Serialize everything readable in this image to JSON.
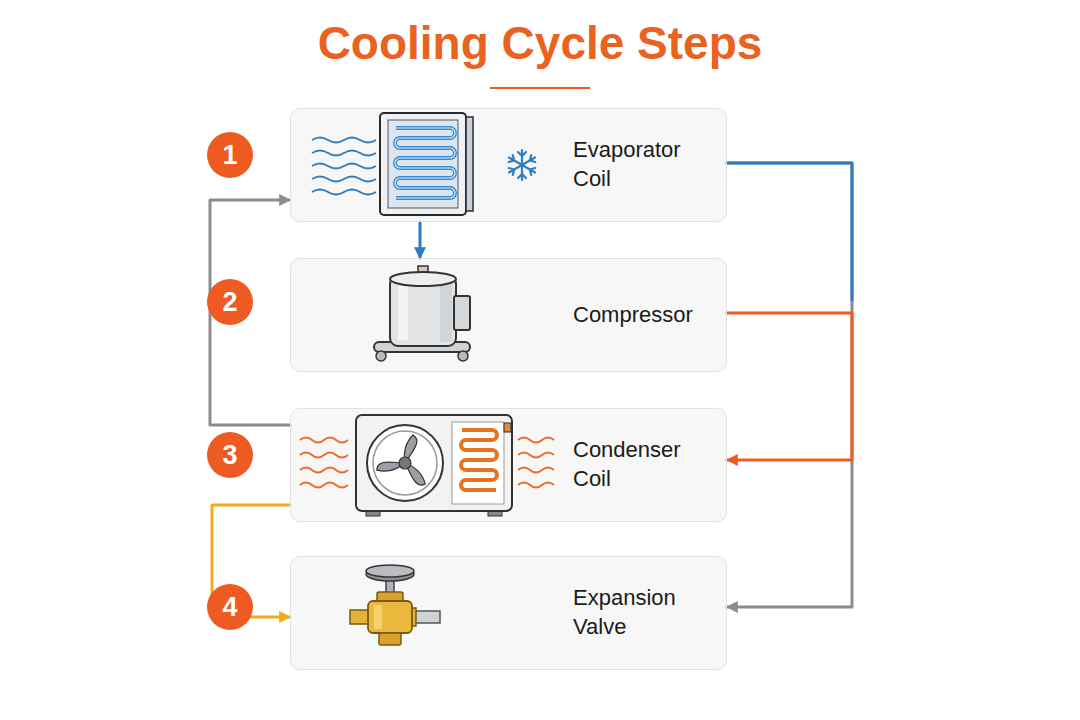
{
  "diagram": {
    "title": "Cooling Cycle Steps",
    "nodes": [
      {
        "text": [
          "Evaporator Coil"
        ]
      },
      {
        "text": [
          "Compressor"
        ]
      },
      {
        "text": [
          "Condenser Coil"
        ]
      },
      {
        "text": [
          "Expansion Valve"
        ]
      }
    ],
    "edges": [
      {
        "from": 0,
        "to": 1,
        "arrow": "to"
      },
      {
        "from": 1,
        "to": 2,
        "arrow": "to"
      },
      {
        "from": 0,
        "to": 3,
        "arrow": "to"
      },
      {
        "from": 2,
        "to": 3,
        "arrow": "to"
      },
      {
        "from": 2,
        "to": 0,
        "arrow": "to"
      }
    ],
    "labels": [
      "1",
      "2",
      "3",
      "4"
    ]
  }
}
